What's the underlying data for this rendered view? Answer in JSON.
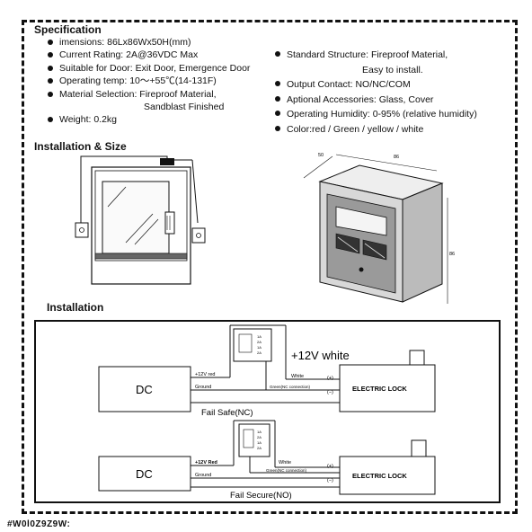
{
  "specification": {
    "title": "Specification",
    "left_items": [
      "imensions: 86Lx86Wx50H(mm)",
      "Current Rating: 2A@36VDC Max",
      "Suitable for Door: Exit Door, Emergence Door",
      "Operating temp: 10～+55℃(14-131F)",
      "Material Selection: Fireproof Material,",
      "Sandblast Finished",
      "Weight: 0.2kg"
    ],
    "right_items": [
      "Standard Structure: Fireproof Material,",
      "Easy to install.",
      "Output Contact: NO/NC/COM",
      "Aptional Accessories: Glass, Cover",
      "Operating Humidity: 0-95% (relative humidity)",
      "Color:red / Green / yellow / white"
    ]
  },
  "installation_size": {
    "title": "Installation & Size",
    "dim_depth": "50",
    "dim_width": "86",
    "dim_height": "86"
  },
  "installation": {
    "title": "Installation",
    "top_circuit": {
      "dc_label": "DC",
      "plus12v": "+12V red",
      "ground": "Ground",
      "voltage_callout": "+12V white",
      "white": "White",
      "green": "Green(NC connection)",
      "plus": "(+)",
      "minus": "(−)",
      "lock": "ELECTRIC LOCK",
      "mode": "Fail Safe(NC)",
      "terminal_labels": [
        "1A",
        "2A",
        "1A",
        "2A"
      ]
    },
    "bottom_circuit": {
      "dc_label": "DC",
      "plus12v": "+12V Red",
      "ground": "Ground",
      "white": "White",
      "green": "Green(NC connection)",
      "plus": "(+)",
      "minus": "(−)",
      "lock": "ELECTRIC LOCK",
      "mode": "Fail Secure(NO)",
      "terminal_labels": [
        "1A",
        "2A",
        "1A",
        "2A"
      ]
    }
  },
  "footer_text": "#W0l0Z9Z9W:"
}
